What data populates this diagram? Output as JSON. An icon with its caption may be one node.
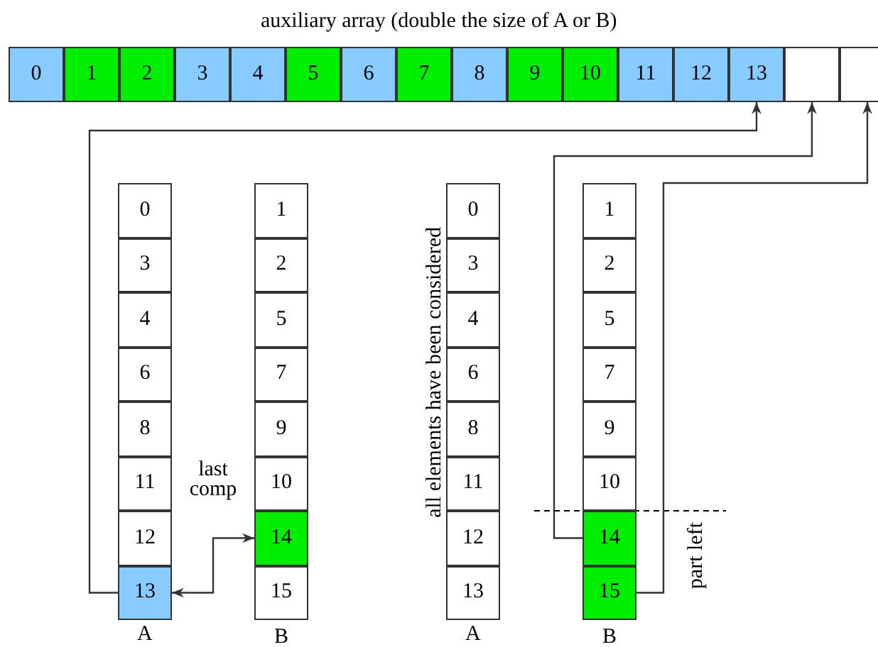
{
  "diagram": {
    "nodes": [
      {
        "text": [
          "0"
        ]
      },
      {
        "text": [
          "1"
        ]
      },
      {
        "text": [
          "2"
        ]
      },
      {
        "text": [
          "3"
        ]
      },
      {
        "text": [
          "4"
        ]
      },
      {
        "text": [
          "5"
        ]
      },
      {
        "text": [
          "6"
        ]
      },
      {
        "text": [
          "7"
        ]
      },
      {
        "text": [
          "8"
        ]
      },
      {
        "text": [
          "9"
        ]
      },
      {
        "text": [
          "10"
        ]
      },
      {
        "text": [
          "11"
        ]
      },
      {
        "text": [
          "12"
        ]
      },
      {
        "text": [
          "13"
        ]
      },
      {
        "text": [],
        "shape": "box"
      },
      {
        "text": [],
        "shape": "box"
      },
      {
        "text": [
          "0"
        ]
      },
      {
        "text": [
          "3"
        ]
      },
      {
        "text": [
          "4"
        ]
      },
      {
        "text": [
          "6"
        ]
      },
      {
        "text": [
          "8"
        ]
      },
      {
        "text": [
          "11"
        ]
      },
      {
        "text": [
          "12"
        ]
      },
      {
        "text": [
          "13"
        ]
      },
      {
        "text": [
          "1"
        ]
      },
      {
        "text": [
          "2"
        ]
      },
      {
        "text": [
          "5"
        ]
      },
      {
        "text": [
          "7"
        ]
      },
      {
        "text": [
          "9"
        ]
      },
      {
        "text": [
          "10"
        ]
      },
      {
        "text": [
          "14"
        ]
      },
      {
        "text": [
          "15"
        ]
      },
      {
        "text": [
          "0"
        ]
      },
      {
        "text": [
          "3"
        ]
      },
      {
        "text": [
          "4"
        ]
      },
      {
        "text": [
          "6"
        ]
      },
      {
        "text": [
          "8"
        ]
      },
      {
        "text": [
          "11"
        ]
      },
      {
        "text": [
          "12"
        ]
      },
      {
        "text": [
          "13"
        ]
      },
      {
        "text": [
          "1"
        ]
      },
      {
        "text": [
          "2"
        ]
      },
      {
        "text": [
          "5"
        ]
      },
      {
        "text": [
          "7"
        ]
      },
      {
        "text": [
          "9"
        ]
      },
      {
        "text": [
          "10"
        ]
      },
      {
        "text": [
          "14"
        ]
      },
      {
        "text": [
          "15"
        ]
      }
    ],
    "edges": [
      {
        "from": 23,
        "to": 13,
        "arrow": "to"
      },
      {
        "from": 23,
        "to": 30,
        "arrow": "both",
        "label": "last comp"
      },
      {
        "from": 46,
        "to": 14,
        "arrow": "to"
      },
      {
        "from": 47,
        "to": 15,
        "arrow": "to"
      }
    ],
    "labels": [
      "auxiliary array (double the size of A or B)",
      "A",
      "B",
      "all elements have been considered",
      "A",
      "B",
      "part left"
    ]
  }
}
